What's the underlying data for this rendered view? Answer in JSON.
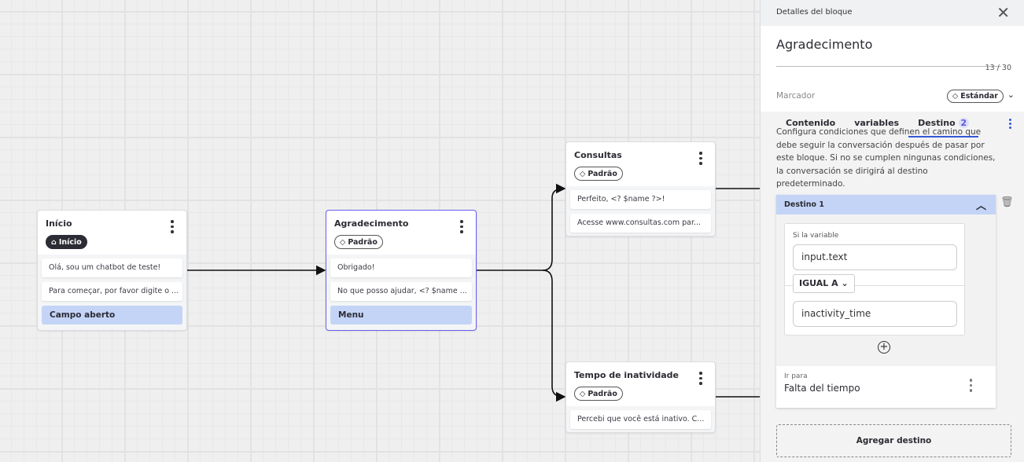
{
  "canvas": {
    "nodes": [
      {
        "title": "Início",
        "tag": "Início",
        "tag_icon": "home-icon",
        "messages": [
          "Olá, sou um chatbot de teste!",
          "Para começar, por favor digite o ..."
        ],
        "choice": "Campo aberto"
      },
      {
        "title": "Agradecimento",
        "tag": "Padrão",
        "tag_icon": "tag-icon",
        "messages": [
          "Obrigado!",
          "No que posso ajudar, <? $name ..."
        ],
        "choice": "Menu",
        "selected": true
      },
      {
        "title": "Consultas",
        "tag": "Padrão",
        "tag_icon": "tag-icon",
        "messages": [
          "Perfeito, <? $name ?>!",
          "Acesse www.consultas.com par..."
        ]
      },
      {
        "title": "Tempo de inatividade",
        "tag": "Padrão",
        "tag_icon": "tag-icon",
        "messages": [
          "Percebi que você está inativo. C..."
        ]
      }
    ]
  },
  "panel": {
    "header": "Detalles del bloque",
    "block_name": "Agradecimento",
    "char_count": "13 / 30",
    "marker_label": "Marcador",
    "marker_value": "Estándar",
    "tabs": [
      {
        "label": "Contenido"
      },
      {
        "label": "variables"
      },
      {
        "label": "Destino",
        "badge": "2",
        "active": true
      }
    ],
    "description": "Configura condiciones que definen el camino que debe seguir la conversación después de pasar por este bloque. Si no se cumplen ningunas condiciones, la conversación se dirigirá al destino predeterminado.",
    "destination": {
      "title": "Destino 1",
      "condition_label": "Si la variable",
      "variable": "input.text",
      "operator": "IGUAL A",
      "value": "inactivity_time",
      "goto_label": "Ir para",
      "goto_value": "Falta del tiempo"
    },
    "add_button": "Agregar destino",
    "accent_color": "#3556d8",
    "highlight_color": "#c4d4f7"
  }
}
